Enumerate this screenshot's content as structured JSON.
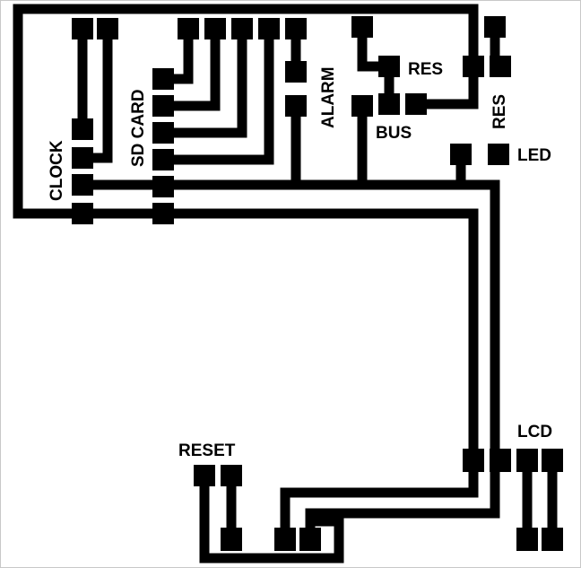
{
  "colors": {
    "copper": "#000000",
    "background": "#ffffff",
    "border": "#c8c8c8"
  },
  "labels": {
    "clock": "CLOCK",
    "sd_card": "SD CARD",
    "alarm": "ALARM",
    "res_top": "RES",
    "bus": "BUS",
    "res_right": "RES",
    "led": "LED",
    "lcd": "LCD",
    "reset": "RESET"
  }
}
